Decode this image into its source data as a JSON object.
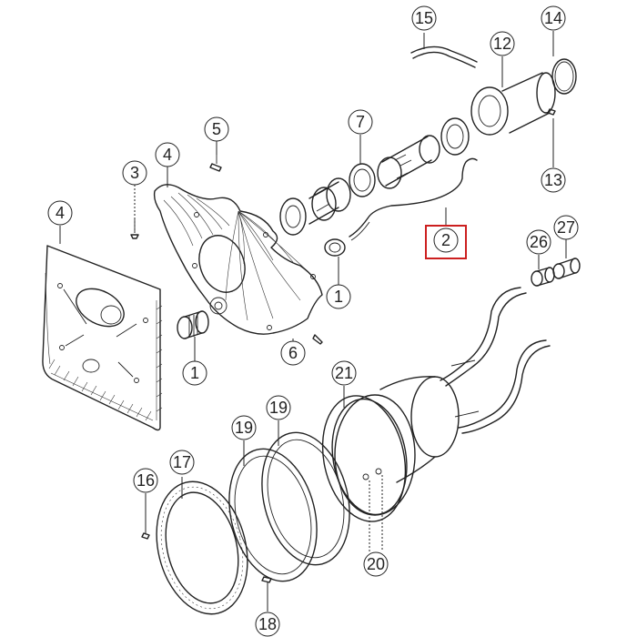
{
  "callouts": [
    {
      "id": "c1a",
      "label": "1"
    },
    {
      "id": "c1b",
      "label": "1"
    },
    {
      "id": "c2",
      "label": "2"
    },
    {
      "id": "c3",
      "label": "3"
    },
    {
      "id": "c4a",
      "label": "4"
    },
    {
      "id": "c4b",
      "label": "4"
    },
    {
      "id": "c5",
      "label": "5"
    },
    {
      "id": "c6",
      "label": "6"
    },
    {
      "id": "c7",
      "label": "7"
    },
    {
      "id": "c12",
      "label": "12"
    },
    {
      "id": "c13",
      "label": "13"
    },
    {
      "id": "c14",
      "label": "14"
    },
    {
      "id": "c15",
      "label": "15"
    },
    {
      "id": "c16",
      "label": "16"
    },
    {
      "id": "c17",
      "label": "17"
    },
    {
      "id": "c18",
      "label": "18"
    },
    {
      "id": "c19a",
      "label": "19"
    },
    {
      "id": "c19b",
      "label": "19"
    },
    {
      "id": "c20",
      "label": "20"
    },
    {
      "id": "c21",
      "label": "21"
    },
    {
      "id": "c26",
      "label": "26"
    },
    {
      "id": "c27",
      "label": "27"
    }
  ],
  "highlight": {
    "label": "2",
    "color": "#cc1f1f"
  }
}
